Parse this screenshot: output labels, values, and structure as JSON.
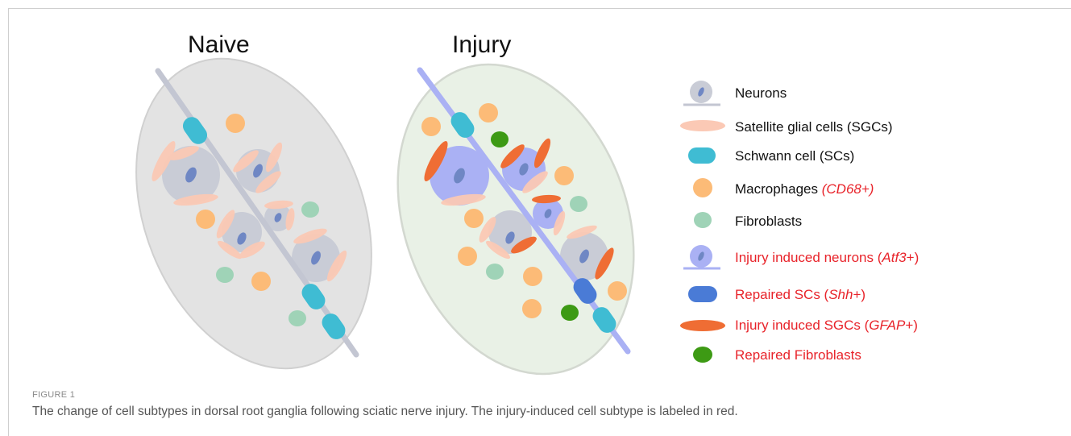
{
  "panels": {
    "naive": {
      "title": "Naive"
    },
    "injury": {
      "title": "Injury"
    }
  },
  "legend": [
    {
      "icon": "neuron",
      "parts": [
        {
          "text": "Neurons",
          "italic": false
        }
      ],
      "color": "#111111"
    },
    {
      "icon": "sgc",
      "parts": [
        {
          "text": "Satellite glial cells (SGCs)",
          "italic": false
        }
      ],
      "color": "#111111"
    },
    {
      "icon": "schwann",
      "parts": [
        {
          "text": "Schwann cell (SCs)",
          "italic": false
        }
      ],
      "color": "#111111"
    },
    {
      "icon": "macrophage",
      "parts": [
        {
          "text": "Macrophages ",
          "italic": false
        },
        {
          "text": "(CD68+)",
          "italic": true,
          "color": "#e8232a"
        }
      ],
      "color": "#111111"
    },
    {
      "icon": "fibroblast",
      "parts": [
        {
          "text": "Fibroblasts",
          "italic": false
        }
      ],
      "color": "#111111"
    },
    {
      "icon": "injured-neuron",
      "parts": [
        {
          "text": "Injury induced neurons (",
          "italic": false
        },
        {
          "text": "Atf3",
          "italic": true
        },
        {
          "text": "+)",
          "italic": false
        }
      ],
      "color": "#e8232a"
    },
    {
      "icon": "repaired-sc",
      "parts": [
        {
          "text": "Repaired SCs (",
          "italic": false
        },
        {
          "text": "Shh",
          "italic": true
        },
        {
          "text": "+)",
          "italic": false
        }
      ],
      "color": "#e8232a"
    },
    {
      "icon": "injured-sgc",
      "parts": [
        {
          "text": "Injury induced SGCs (",
          "italic": false
        },
        {
          "text": "GFAP",
          "italic": true
        },
        {
          "text": "+)",
          "italic": false
        }
      ],
      "color": "#e8232a"
    },
    {
      "icon": "repaired-fibroblast",
      "parts": [
        {
          "text": "Repaired Fibroblasts",
          "italic": false
        }
      ],
      "color": "#e8232a"
    }
  ],
  "figure": {
    "label": "FIGURE 1",
    "caption": "The change of cell subtypes in dorsal root ganglia following sciatic nerve injury. The injury-induced cell subtype is labeled in red."
  },
  "colors": {
    "neuron": "#c9ccd6",
    "nucleus": "#6f87c4",
    "sgc": "#fbc9b5",
    "schwann": "#3fbcd3",
    "macrophage": "#fcbb77",
    "fibroblast": "#9fd3b7",
    "injured_neuron": "#aab1f4",
    "repaired_sc": "#4a7bd6",
    "injured_sgc": "#ef6d34",
    "repaired_fibroblast": "#3d9a14",
    "naive_bg": "#e3e3e3",
    "injury_bg": "#e9f1e6",
    "red_text": "#e8232a"
  }
}
